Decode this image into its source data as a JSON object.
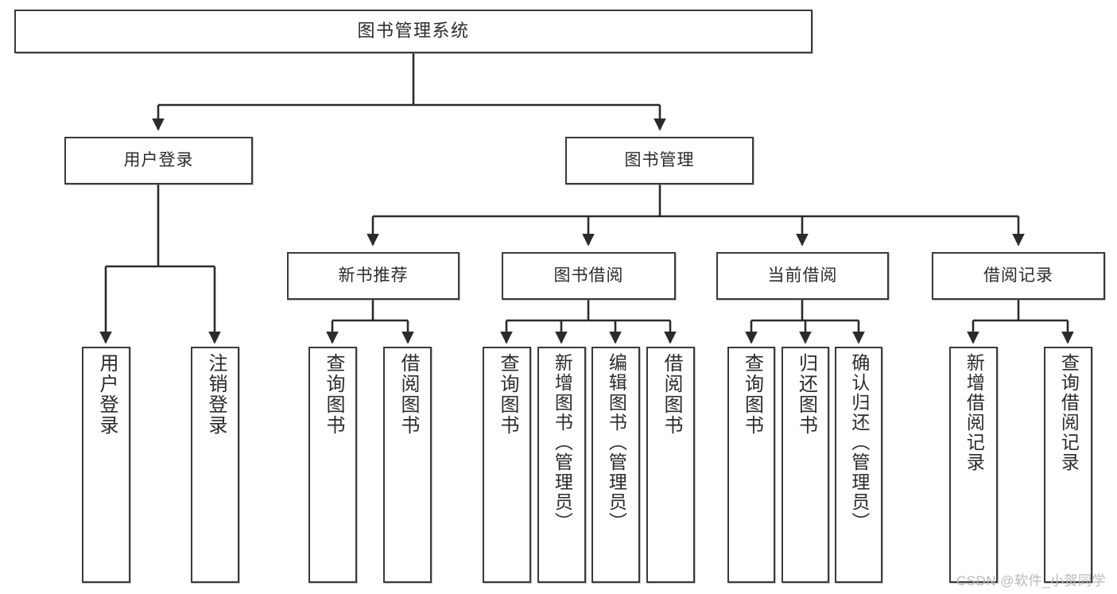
{
  "diagram": {
    "type": "tree",
    "title": "图书管理系统",
    "watermark": "CSDN @软件_小贺同学",
    "colors": {
      "box_border": "#3a3a3a",
      "box_fill": "#ffffff",
      "edge": "#2b2b2b",
      "text": "#2b2b2b",
      "watermark": "#b9b9b9",
      "background": "#ffffff"
    },
    "root": {
      "label": "图书管理系统"
    },
    "level2": [
      {
        "label": "用户登录"
      },
      {
        "label": "图书管理"
      }
    ],
    "level3": [
      {
        "label": "新书推荐"
      },
      {
        "label": "图书借阅"
      },
      {
        "label": "当前借阅"
      },
      {
        "label": "借阅记录"
      }
    ],
    "leaves": {
      "user_login": [
        {
          "label": "用户登录"
        },
        {
          "label": "注销登录"
        }
      ],
      "new_book_recommend": [
        {
          "label": "查询图书"
        },
        {
          "label": "借阅图书"
        }
      ],
      "book_borrow": [
        {
          "label": "查询图书"
        },
        {
          "label": "新增图书（管理员）"
        },
        {
          "label": "编辑图书（管理员）"
        },
        {
          "label": "借阅图书"
        }
      ],
      "current_borrow": [
        {
          "label": "查询图书"
        },
        {
          "label": "归还图书"
        },
        {
          "label": "确认归还（管理员）"
        }
      ],
      "borrow_record": [
        {
          "label": "新增借阅记录"
        },
        {
          "label": "查询借阅记录"
        }
      ]
    }
  }
}
